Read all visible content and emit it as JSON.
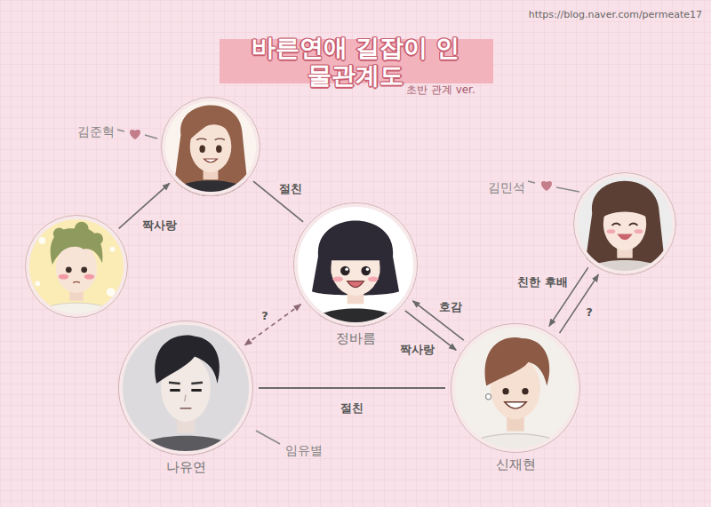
{
  "diagram": {
    "title": "바른연애 길잡이 인물관계도",
    "nodes": [
      {
        "text": []
      },
      {
        "text": []
      },
      {
        "text": []
      },
      {
        "text": [
          "정바름"
        ]
      },
      {
        "text": [
          "나유연"
        ]
      },
      {
        "text": [
          "신재현"
        ]
      }
    ],
    "edges": [
      {
        "from": 2,
        "to": 0,
        "label": "짝사랑",
        "arrow": "to"
      },
      {
        "from": 0,
        "to": 3,
        "label": "절친",
        "arrow": "none"
      },
      {
        "from": 3,
        "to": 4,
        "label": "?",
        "arrow": "both"
      },
      {
        "from": 5,
        "to": 3,
        "label": "호감",
        "arrow": "to"
      },
      {
        "from": 3,
        "to": 5,
        "label": "짝사랑",
        "arrow": "to"
      },
      {
        "from": 1,
        "to": 5,
        "label": "친한 후배",
        "arrow": "to"
      },
      {
        "from": 5,
        "to": 1,
        "label": "?",
        "arrow": "to"
      },
      {
        "from": 4,
        "to": 5,
        "label": "절친",
        "arrow": "none"
      }
    ],
    "labels": [
      "초반 관계 ver.",
      "https://blog.naver.com/permeate17",
      "김준혁",
      "김민석",
      "임유별"
    ]
  }
}
